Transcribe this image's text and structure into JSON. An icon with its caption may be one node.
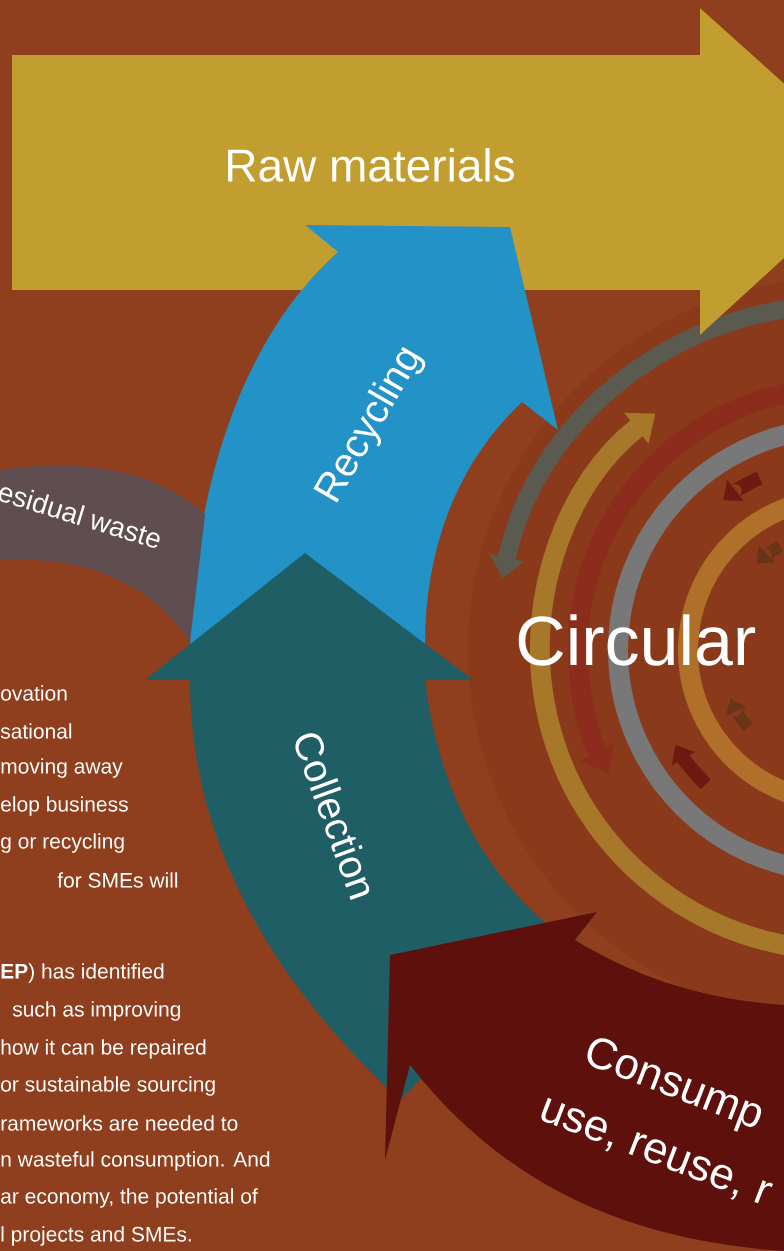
{
  "diagram": {
    "nodes": [
      {
        "text": [
          "Raw materials"
        ]
      },
      {
        "text": [
          "Recycling"
        ]
      },
      {
        "text": [
          "esidual waste"
        ]
      },
      {
        "text": [
          "Collection"
        ]
      },
      {
        "text": [
          "Circular"
        ]
      },
      {
        "text": [
          "Consump",
          "use, reuse, r"
        ]
      }
    ],
    "labels": [
      "ovation",
      "sational",
      "moving away",
      "elop business",
      "g or recycling",
      "for SMEs will",
      "**EP**) has identified",
      "such as improving",
      "how it can be repaired",
      "or sustainable sourcing",
      "rameworks are needed to",
      "n wasteful consumption. And",
      "ar economy, the potential of",
      "l projects and SMEs."
    ]
  }
}
